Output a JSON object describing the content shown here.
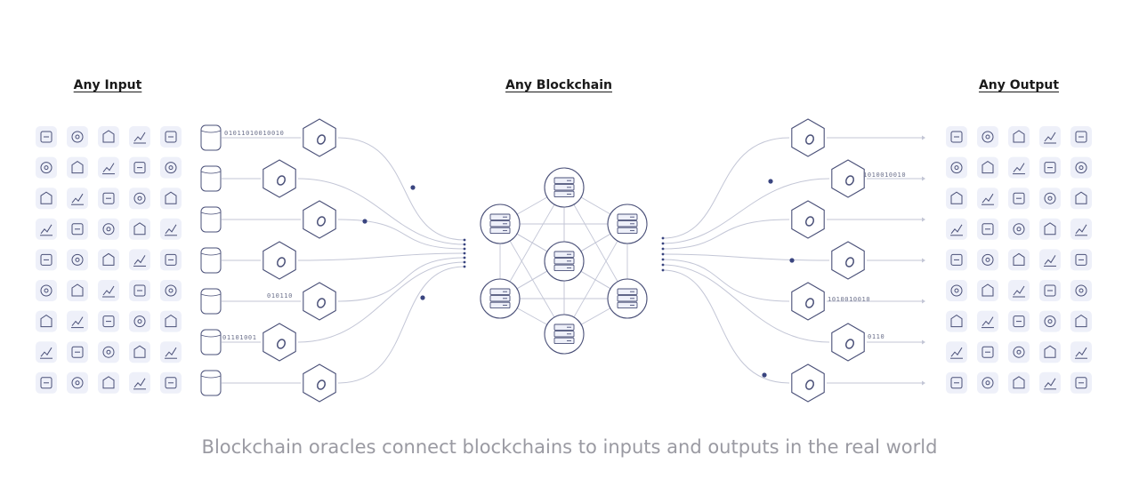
{
  "headings": {
    "input": "Any Input",
    "blockchain": "Any Blockchain",
    "output": "Any Output"
  },
  "caption": "Blockchain oracles connect blockchains to inputs and outputs in the real world",
  "colors": {
    "node_stroke": "#4a5078",
    "line": "#c3c6d6",
    "dot": "#3a4580",
    "tile": "#eef0f9",
    "caption": "#9a9aa2"
  },
  "left_bit_labels": [
    "01011010010010",
    "010110",
    "01101001"
  ],
  "right_bit_labels": [
    "1010010010",
    "1010010010",
    "0110"
  ],
  "input_icons": [
    "chart-up-icon",
    "coin-icon",
    "document-icon",
    "growth-chart-icon",
    "compass-icon",
    "solar-panel-icon",
    "truck-icon",
    "gavel-icon",
    "contract-icon",
    "landscape-icon",
    "thermometer-icon",
    "group-icon",
    "doctor-icon",
    "delivery-icon",
    "weather-icon",
    "car-icon",
    "telescope-icon",
    "binary-icon",
    "cart-icon",
    "boxes-icon",
    "basketball-icon",
    "crypto-coin-icon",
    "wind-turbine-icon",
    "ladder-icon",
    "dna-icon",
    "edit-chart-icon",
    "money-bag-icon",
    "sun-icon",
    "football-icon",
    "stethoscope-icon",
    "globe-settings-icon",
    "atom-icon",
    "soccer-ball-icon",
    "database-sync-icon",
    "rain-icon",
    "map-icon",
    "plant-icon",
    "monitor-coin-icon",
    "oil-tower-icon",
    "factory-icon",
    "temperature-icon",
    "code-window-icon",
    "heartbeat-icon",
    "dashboard-icon",
    "user-search-icon"
  ],
  "output_icons": [
    "city-icon",
    "laptop-pay-icon",
    "dollar-icon",
    "bank-coin-icon",
    "server-icon",
    "global-trade-icon",
    "payment-card-icon",
    "ethereum-icon",
    "terminal-icon",
    "bank-icon",
    "invoice-icon",
    "satellite-icon",
    "checklist-icon",
    "globe-icon",
    "euro-icon",
    "cloud-lock-icon",
    "bitcoin-icon",
    "monitor-chart-icon",
    "globe-bank-icon",
    "government-icon",
    "database-icon",
    "bank-building-icon",
    "tether-icon",
    "wallet-icon",
    "server-stack-icon",
    "factory-settings-icon",
    "blocks-icon",
    "gears-icon",
    "cardano-icon",
    "office-buildings-icon",
    "laptop-check-icon",
    "courthouse-icon",
    "museum-icon",
    "pound-icon",
    "export-icon",
    "chip-icon",
    "yen-icon",
    "storage-icon",
    "building-icon",
    "tower-icon",
    "user-usb-icon",
    "globe-coin-icon",
    "hard-drive-icon",
    "newspaper-icon",
    "coins-stack-icon"
  ]
}
